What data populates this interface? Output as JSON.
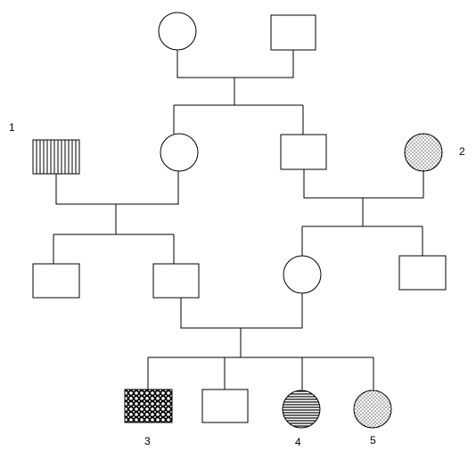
{
  "labels": {
    "individual_1": "1",
    "individual_2": "2",
    "individual_3": "3",
    "individual_4": "4",
    "individual_5": "5"
  },
  "legend_note": "",
  "colors": {
    "line": "#000000",
    "background": "#ffffff"
  },
  "fill_patterns": {
    "individual_1": "vertical-stripes",
    "individual_2": "dots",
    "individual_3": "circles-dense",
    "individual_4": "horizontal-stripes",
    "individual_5": "dots"
  }
}
